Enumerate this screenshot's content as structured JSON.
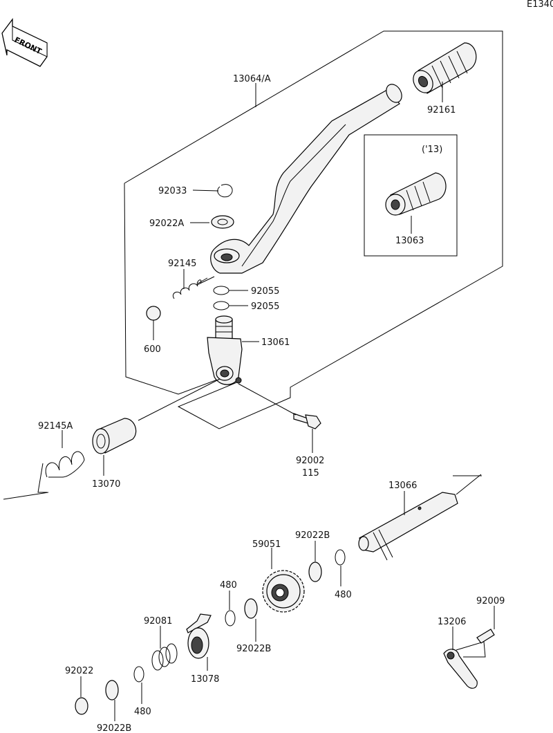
{
  "diagram_code": "E1340",
  "front_label": "FRONT",
  "parts": {
    "p13064A": "13064/A",
    "p92161": "92161",
    "p13": "('13)",
    "p92033": "92033",
    "p92022A": "92022A",
    "p13063": "13063",
    "p92145": "92145",
    "p92055a": "92055",
    "p92055b": "92055",
    "p600": "600",
    "p13061": "13061",
    "p92145A": "92145A",
    "p13070": "13070",
    "p92002": "92002",
    "p115": "115",
    "p13066": "13066",
    "p59051": "59051",
    "p92022Ba": "92022B",
    "p480a": "480",
    "p480b": "480",
    "p92022Bb": "92022B",
    "p92081": "92081",
    "p13078": "13078",
    "p92009": "92009",
    "p13206": "13206",
    "p92022": "92022",
    "p480c": "480",
    "p92022Bc": "92022B"
  }
}
